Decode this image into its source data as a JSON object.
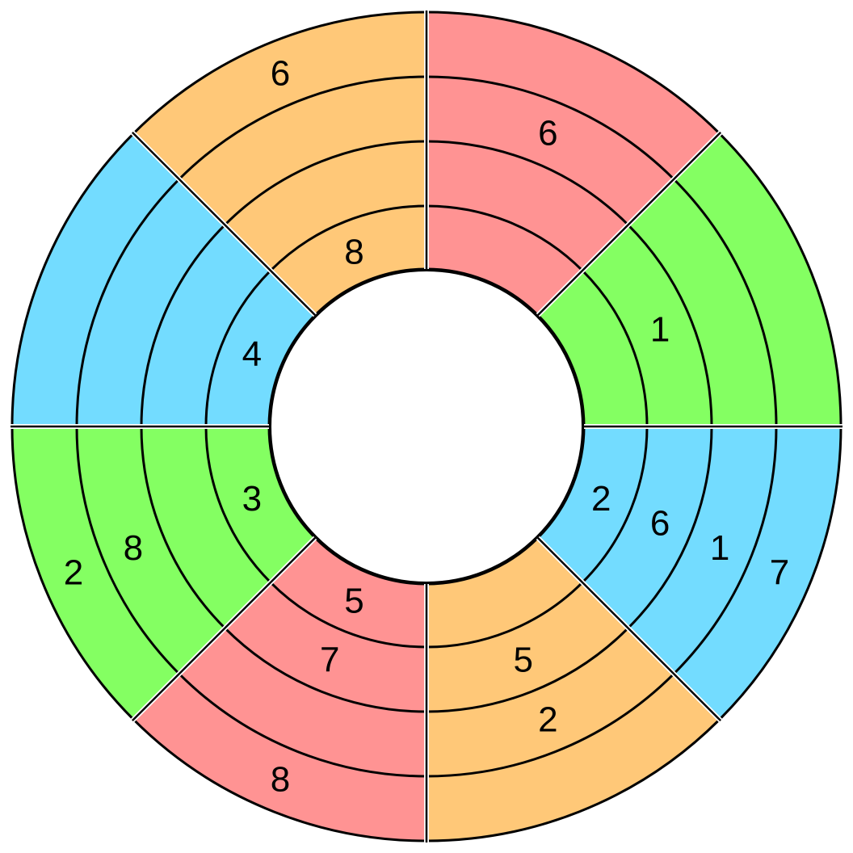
{
  "colors": {
    "red": "#ff9393",
    "green": "#84ff62",
    "blue": "#73dcff",
    "orange": "#ffc878",
    "stroke": "#000000",
    "background": "#ffffff"
  },
  "sectors": [
    {
      "id": "upper-right",
      "color": "red",
      "rings": [
        "",
        "6",
        "",
        ""
      ]
    },
    {
      "id": "right-upper",
      "color": "green",
      "rings": [
        "",
        "",
        "1",
        ""
      ]
    },
    {
      "id": "right-lower",
      "color": "blue",
      "rings": [
        "7",
        "1",
        "6",
        "2"
      ]
    },
    {
      "id": "lower-right",
      "color": "orange",
      "rings": [
        "",
        "2",
        "5",
        ""
      ]
    },
    {
      "id": "lower-left",
      "color": "red",
      "rings": [
        "8",
        "",
        "7",
        "5"
      ]
    },
    {
      "id": "left-lower",
      "color": "green",
      "rings": [
        "2",
        "8",
        "",
        "3"
      ]
    },
    {
      "id": "left-upper",
      "color": "blue",
      "rings": [
        "",
        "",
        "",
        "4"
      ]
    },
    {
      "id": "upper-left",
      "color": "orange",
      "rings": [
        "6",
        "",
        "",
        "8"
      ]
    }
  ]
}
